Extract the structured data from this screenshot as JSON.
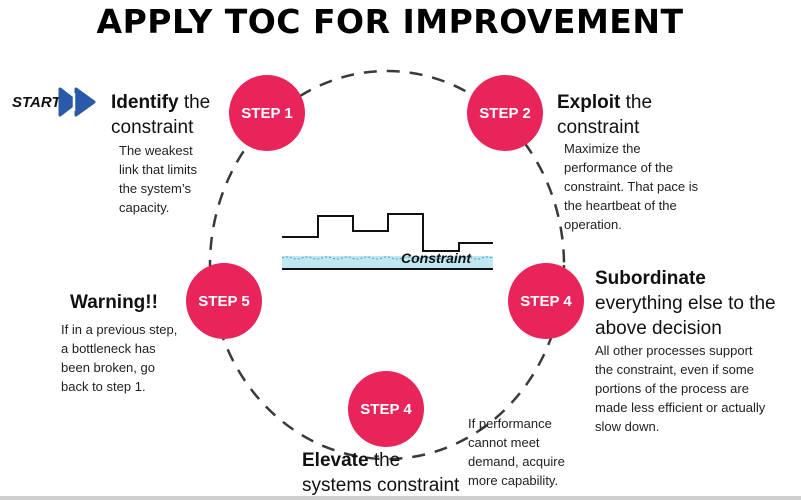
{
  "title": "APPLY TOC FOR IMPROVEMENT",
  "start": {
    "label": "START",
    "icon": "fast-forward-icon"
  },
  "constraint_label": "Constraint",
  "colors": {
    "step_fill": "#e8245a",
    "water": "#bfe8f2",
    "start_icon": "#2a59a8"
  },
  "steps": [
    {
      "badge": "STEP 1",
      "heading_bold": "Identify",
      "heading_rest_1": " the",
      "heading_rest_2": "constraint",
      "desc": [
        "The weakest",
        "link that limits",
        "the system’s",
        "capacity."
      ]
    },
    {
      "badge": "STEP 2",
      "heading_bold": "Exploit",
      "heading_rest_1": " the",
      "heading_rest_2": "constraint",
      "desc": [
        "Maximize the",
        "performance of the",
        "constraint. That pace is",
        "the heartbeat of the",
        "operation."
      ]
    },
    {
      "badge": "STEP 4",
      "heading_bold": "Subordinate",
      "heading_rest_1": "everything else to the",
      "heading_rest_2": "above decision",
      "desc": [
        "All other processes support",
        "the constraint, even if some",
        "portions of the process are",
        "made less efficient or actually",
        "slow down."
      ]
    },
    {
      "badge": "STEP 4",
      "heading_bold": "Elevate",
      "heading_rest_1": " the",
      "heading_rest_2": "systems constraint",
      "desc": [
        "If performance",
        "cannot meet",
        "demand, acquire",
        "more capability."
      ]
    },
    {
      "badge": "STEP 5",
      "heading_bold": "Warning!!",
      "desc": [
        "If in a previous step,",
        "a bottleneck has",
        "been broken, go",
        "back to step 1."
      ]
    }
  ]
}
